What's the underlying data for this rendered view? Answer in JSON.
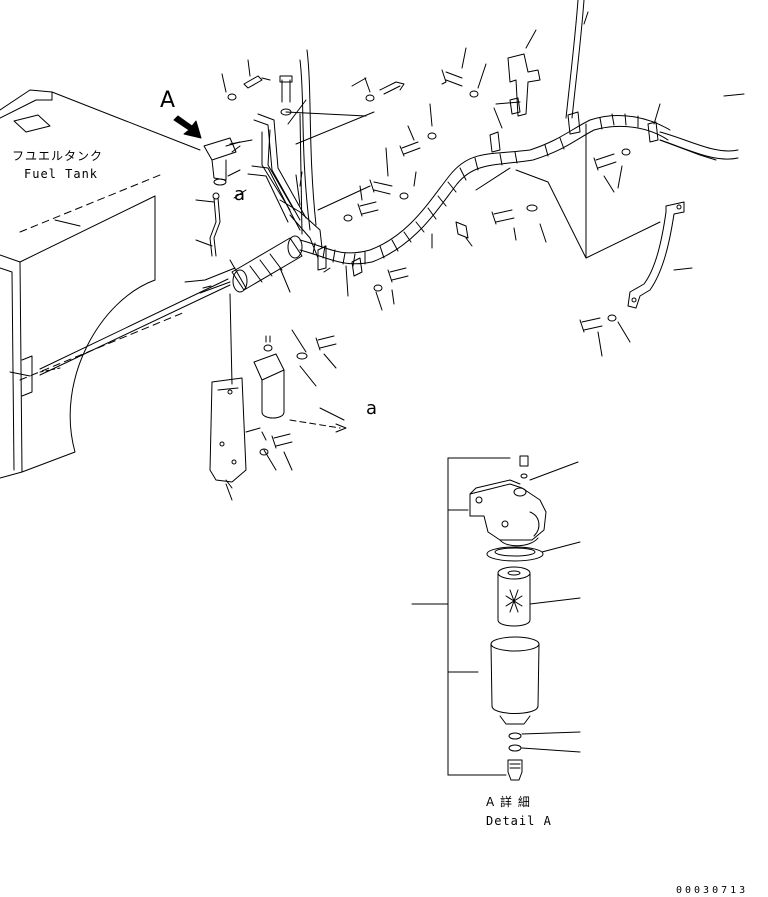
{
  "labels": {
    "fuel_tank_jp": "フユエルタンク",
    "fuel_tank_en": "Fuel Tank",
    "view_a": "A",
    "marker_a1": "a",
    "marker_a2": "a",
    "detail_jp": "A 詳 細",
    "detail_en": "Detail A",
    "code": "00030713"
  },
  "colors": {
    "line": "#000000",
    "background": "#ffffff"
  }
}
